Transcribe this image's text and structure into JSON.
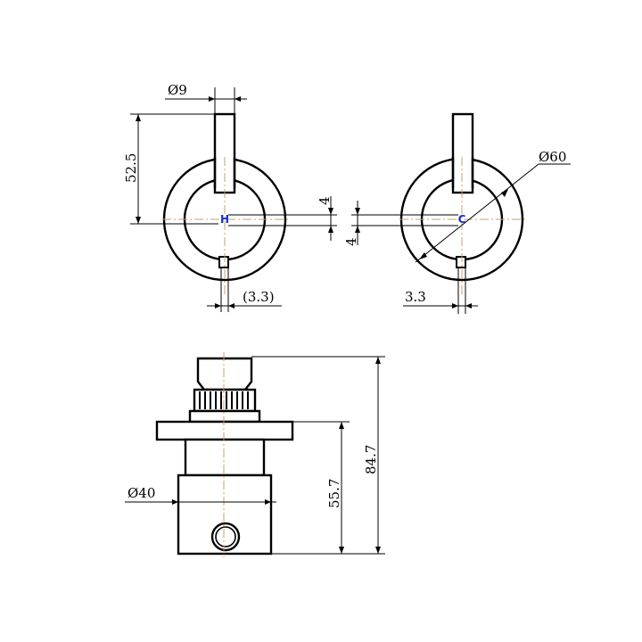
{
  "colors": {
    "line": "#000000",
    "centerline": "#c8a070",
    "marker": "#1a2fd0"
  },
  "dimensions": {
    "handle_diameter": "Ø9",
    "handle_length": "52.5",
    "offset_left": "4",
    "offset_right": "4",
    "shift_left": "(3.3)",
    "shift_right": "3.3",
    "plate_diameter": "Ø60",
    "body_diameter": "Ø40",
    "depth_to_plate": "55.7",
    "overall_depth": "84.7"
  },
  "markers": {
    "hot": "H",
    "cold": "C"
  }
}
